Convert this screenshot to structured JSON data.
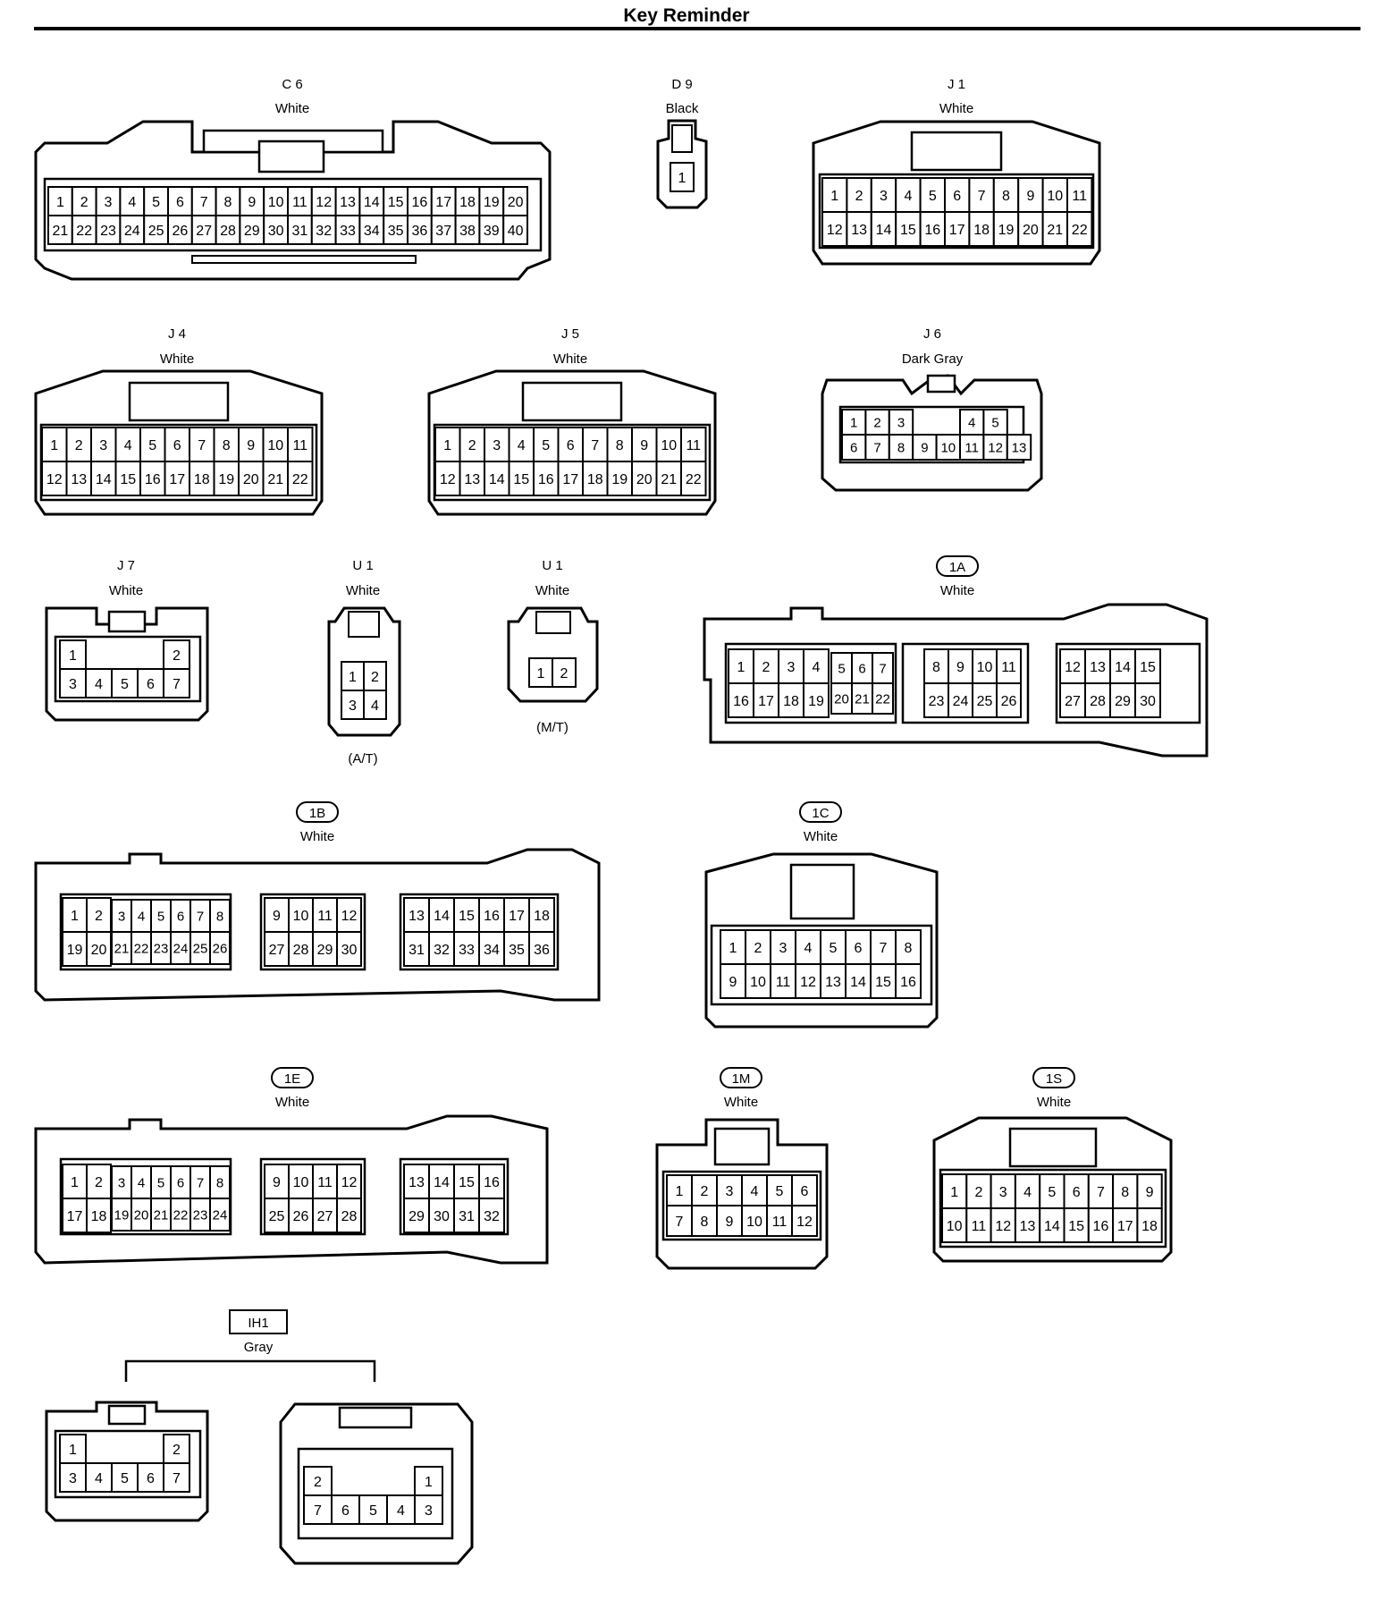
{
  "page": {
    "title": "Key Reminder"
  },
  "connectors": [
    {
      "id": "C 6",
      "color": "White",
      "rows": [
        [
          "1",
          "2",
          "3",
          "4",
          "5",
          "6",
          "7",
          "8",
          "9",
          "10",
          "11",
          "12",
          "13",
          "14",
          "15",
          "16",
          "17",
          "18",
          "19",
          "20"
        ],
        [
          "21",
          "22",
          "23",
          "24",
          "25",
          "26",
          "27",
          "28",
          "29",
          "30",
          "31",
          "32",
          "33",
          "34",
          "35",
          "36",
          "37",
          "38",
          "39",
          "40"
        ]
      ]
    },
    {
      "id": "D 9",
      "color": "Black",
      "rows": [
        [
          "1"
        ]
      ]
    },
    {
      "id": "J 1",
      "color": "White",
      "rows": [
        [
          "1",
          "2",
          "3",
          "4",
          "5",
          "6",
          "7",
          "8",
          "9",
          "10",
          "11"
        ],
        [
          "12",
          "13",
          "14",
          "15",
          "16",
          "17",
          "18",
          "19",
          "20",
          "21",
          "22"
        ]
      ]
    },
    {
      "id": "J 4",
      "color": "White",
      "rows": [
        [
          "1",
          "2",
          "3",
          "4",
          "5",
          "6",
          "7",
          "8",
          "9",
          "10",
          "11"
        ],
        [
          "12",
          "13",
          "14",
          "15",
          "16",
          "17",
          "18",
          "19",
          "20",
          "21",
          "22"
        ]
      ]
    },
    {
      "id": "J 5",
      "color": "White",
      "rows": [
        [
          "1",
          "2",
          "3",
          "4",
          "5",
          "6",
          "7",
          "8",
          "9",
          "10",
          "11"
        ],
        [
          "12",
          "13",
          "14",
          "15",
          "16",
          "17",
          "18",
          "19",
          "20",
          "21",
          "22"
        ]
      ]
    },
    {
      "id": "J 6",
      "color": "Dark Gray",
      "rows": [
        [
          "1",
          "2",
          "3",
          "",
          "",
          "4",
          "5"
        ],
        [
          "6",
          "7",
          "8",
          "9",
          "10",
          "11",
          "12",
          "13"
        ]
      ]
    },
    {
      "id": "J 7",
      "color": "White",
      "rows": [
        [
          "1",
          "",
          "",
          "",
          "2"
        ],
        [
          "3",
          "4",
          "5",
          "6",
          "7"
        ]
      ]
    },
    {
      "id": "U 1",
      "color": "White",
      "note": "(A/T)",
      "rows": [
        [
          "1",
          "2"
        ],
        [
          "3",
          "4"
        ]
      ]
    },
    {
      "id": "U 1",
      "color": "White",
      "note": "(M/T)",
      "rows": [
        [
          "1",
          "2"
        ]
      ]
    },
    {
      "id": "1A",
      "color": "White",
      "blocks": [
        {
          "rows": [
            [
              "1",
              "2",
              "3",
              "4"
            ],
            [
              "16",
              "17",
              "18",
              "19"
            ]
          ]
        },
        {
          "rows": [
            [
              "5",
              "6",
              "7"
            ],
            [
              "20",
              "21",
              "22"
            ]
          ]
        },
        {
          "rows": [
            [
              "8",
              "9",
              "10",
              "11"
            ],
            [
              "23",
              "24",
              "25",
              "26"
            ]
          ]
        },
        {
          "rows": [
            [
              "12",
              "13",
              "14",
              "15"
            ],
            [
              "27",
              "28",
              "29",
              "30"
            ]
          ]
        }
      ]
    },
    {
      "id": "1B",
      "color": "White",
      "blocks": [
        {
          "rows": [
            [
              "1",
              "2"
            ],
            [
              "19",
              "20"
            ]
          ]
        },
        {
          "rows": [
            [
              "3",
              "4",
              "5",
              "6",
              "7",
              "8"
            ],
            [
              "21",
              "22",
              "23",
              "24",
              "25",
              "26"
            ]
          ]
        },
        {
          "rows": [
            [
              "9",
              "10",
              "11",
              "12"
            ],
            [
              "27",
              "28",
              "29",
              "30"
            ]
          ]
        },
        {
          "rows": [
            [
              "13",
              "14",
              "15",
              "16",
              "17",
              "18"
            ],
            [
              "31",
              "32",
              "33",
              "34",
              "35",
              "36"
            ]
          ]
        }
      ]
    },
    {
      "id": "1C",
      "color": "White",
      "rows": [
        [
          "1",
          "2",
          "3",
          "4",
          "5",
          "6",
          "7",
          "8"
        ],
        [
          "9",
          "10",
          "11",
          "12",
          "13",
          "14",
          "15",
          "16"
        ]
      ]
    },
    {
      "id": "1E",
      "color": "White",
      "blocks": [
        {
          "rows": [
            [
              "1",
              "2"
            ],
            [
              "17",
              "18"
            ]
          ]
        },
        {
          "rows": [
            [
              "3",
              "4",
              "5",
              "6",
              "7",
              "8"
            ],
            [
              "19",
              "20",
              "21",
              "22",
              "23",
              "24"
            ]
          ]
        },
        {
          "rows": [
            [
              "9",
              "10",
              "11",
              "12"
            ],
            [
              "25",
              "26",
              "27",
              "28"
            ]
          ]
        },
        {
          "rows": [
            [
              "13",
              "14",
              "15",
              "16"
            ],
            [
              "29",
              "30",
              "31",
              "32"
            ]
          ]
        }
      ]
    },
    {
      "id": "1M",
      "color": "White",
      "rows": [
        [
          "1",
          "2",
          "3",
          "4",
          "5",
          "6"
        ],
        [
          "7",
          "8",
          "9",
          "10",
          "11",
          "12"
        ]
      ]
    },
    {
      "id": "1S",
      "color": "White",
      "rows": [
        [
          "1",
          "2",
          "3",
          "4",
          "5",
          "6",
          "7",
          "8",
          "9"
        ],
        [
          "10",
          "11",
          "12",
          "13",
          "14",
          "15",
          "16",
          "17",
          "18"
        ]
      ]
    },
    {
      "id": "IH1",
      "color": "Gray",
      "parts": [
        {
          "rows": [
            [
              "1",
              "",
              "",
              "",
              "2"
            ],
            [
              "3",
              "4",
              "5",
              "6",
              "7"
            ]
          ]
        },
        {
          "rows": [
            [
              "2",
              "",
              "",
              "",
              "1"
            ],
            [
              "7",
              "6",
              "5",
              "4",
              "3"
            ]
          ]
        }
      ]
    }
  ]
}
